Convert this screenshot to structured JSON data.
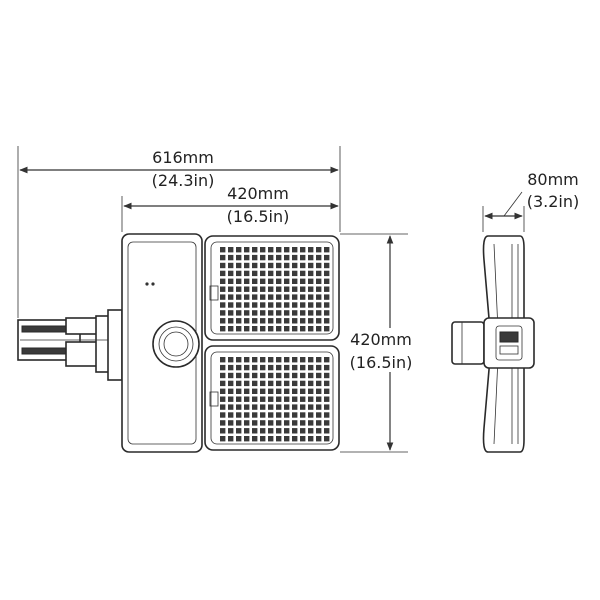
{
  "dimensions": {
    "overall_width": {
      "mm": "616mm",
      "inch": "(24.3in)"
    },
    "body_width": {
      "mm": "420mm",
      "inch": "(16.5in)"
    },
    "body_height": {
      "mm": "420mm",
      "inch": "(16.5in)"
    },
    "side_depth": {
      "mm": "80mm",
      "inch": "(3.2in)"
    }
  },
  "colors": {
    "line": "#333333",
    "led_fill": "#3a3a3a",
    "background": "#ffffff"
  },
  "icons": {
    "front_view": "fixture-front-view-icon",
    "side_view": "fixture-side-view-icon"
  }
}
